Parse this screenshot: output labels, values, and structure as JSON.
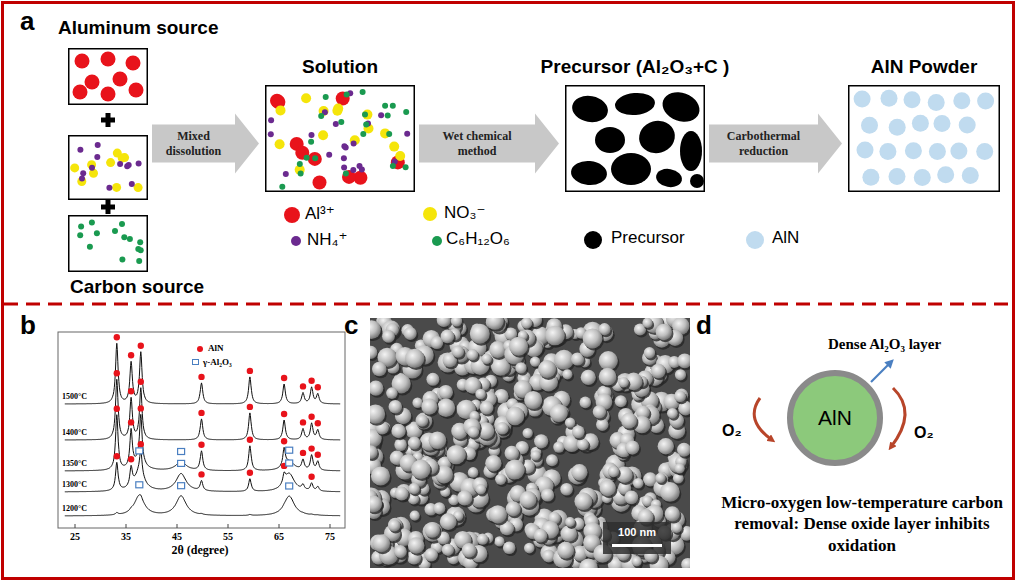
{
  "diagram": {
    "nodes": [
      {
        "text": [
          "Aluminum source",
          "Carbon source"
        ]
      },
      {
        "text": [
          "Solution"
        ]
      },
      {
        "text": [
          "Precursor (Al₂O₃+C )"
        ]
      },
      {
        "text": [
          "AlN Powder"
        ]
      },
      {
        "text": [
          "AlN"
        ]
      }
    ],
    "edges": [
      {
        "from": 0,
        "to": 1,
        "arrow": "to",
        "label": "Mixed dissolution"
      },
      {
        "from": 1,
        "to": 2,
        "arrow": "to",
        "label": "Wet chemical method"
      },
      {
        "from": 2,
        "to": 3,
        "arrow": "to",
        "label": "Carbothermal reduction"
      }
    ],
    "labels": [
      "a",
      "b",
      "c",
      "d",
      "1500°C",
      "1400°C",
      "1350°C",
      "1300°C",
      "1200°C",
      "25",
      "35",
      "45",
      "55",
      "65",
      "75",
      "2θ (degree)",
      "100 nm",
      "Dense Al₂O₃ layer",
      "O₂",
      "O₂",
      "Micro-oxygen low-temperature carbon removal: Dense oxide layer inhibits oxidation"
    ],
    "legend": [
      {
        "text": "Al³⁺",
        "color": "#e8131b"
      },
      {
        "text": "NO₃⁻",
        "color": "#f5e50a"
      },
      {
        "text": "NH₄⁺",
        "color": "#6b2a8f"
      },
      {
        "text": "C₆H₁₂O₆",
        "color": "#1a9a50"
      },
      {
        "text": "Precursor",
        "color": "#000000"
      },
      {
        "text": "AlN",
        "color": "#c0dbef"
      },
      {
        "text": "AlN"
      },
      {
        "text": "γ-Al₂O₃"
      }
    ]
  }
}
